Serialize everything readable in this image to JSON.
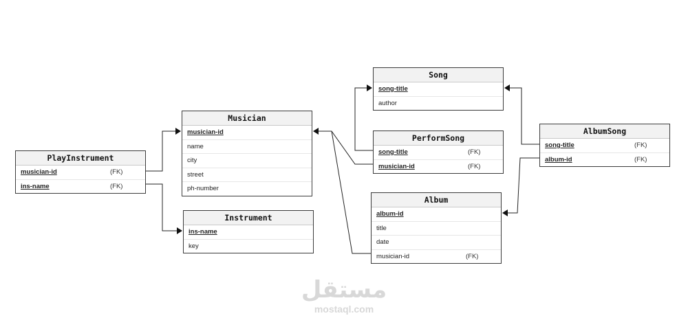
{
  "entities": {
    "song": {
      "name": "Song",
      "rows": [
        {
          "label": "song-title",
          "pk": true,
          "fk": ""
        },
        {
          "label": "author",
          "pk": false,
          "fk": ""
        }
      ]
    },
    "musician": {
      "name": "Musician",
      "rows": [
        {
          "label": "musician-id",
          "pk": true,
          "fk": ""
        },
        {
          "label": "name",
          "pk": false,
          "fk": ""
        },
        {
          "label": "city",
          "pk": false,
          "fk": ""
        },
        {
          "label": "street",
          "pk": false,
          "fk": ""
        },
        {
          "label": "ph-number",
          "pk": false,
          "fk": ""
        }
      ]
    },
    "performsong": {
      "name": "PerformSong",
      "rows": [
        {
          "label": "song-title",
          "pk": true,
          "fk": "(FK)"
        },
        {
          "label": "musician-id",
          "pk": true,
          "fk": "(FK)"
        }
      ]
    },
    "albumsong": {
      "name": "AlbumSong",
      "rows": [
        {
          "label": "song-title",
          "pk": true,
          "fk": "(FK)"
        },
        {
          "label": "album-id",
          "pk": true,
          "fk": "(FK)"
        }
      ]
    },
    "playinstrument": {
      "name": "PlayInstrument",
      "rows": [
        {
          "label": "musician-id",
          "pk": true,
          "fk": "(FK)"
        },
        {
          "label": "ins-name",
          "pk": true,
          "fk": "(FK)"
        }
      ]
    },
    "instrument": {
      "name": "Instrument",
      "rows": [
        {
          "label": "ins-name",
          "pk": true,
          "fk": ""
        },
        {
          "label": "key",
          "pk": false,
          "fk": ""
        }
      ]
    },
    "album": {
      "name": "Album",
      "rows": [
        {
          "label": "album-id",
          "pk": true,
          "fk": ""
        },
        {
          "label": "title",
          "pk": false,
          "fk": ""
        },
        {
          "label": "date",
          "pk": false,
          "fk": ""
        },
        {
          "label": "musician-id",
          "pk": false,
          "fk": "(FK)"
        }
      ]
    }
  },
  "watermark": {
    "logo": "مستقل",
    "url": "mostaql.com"
  }
}
